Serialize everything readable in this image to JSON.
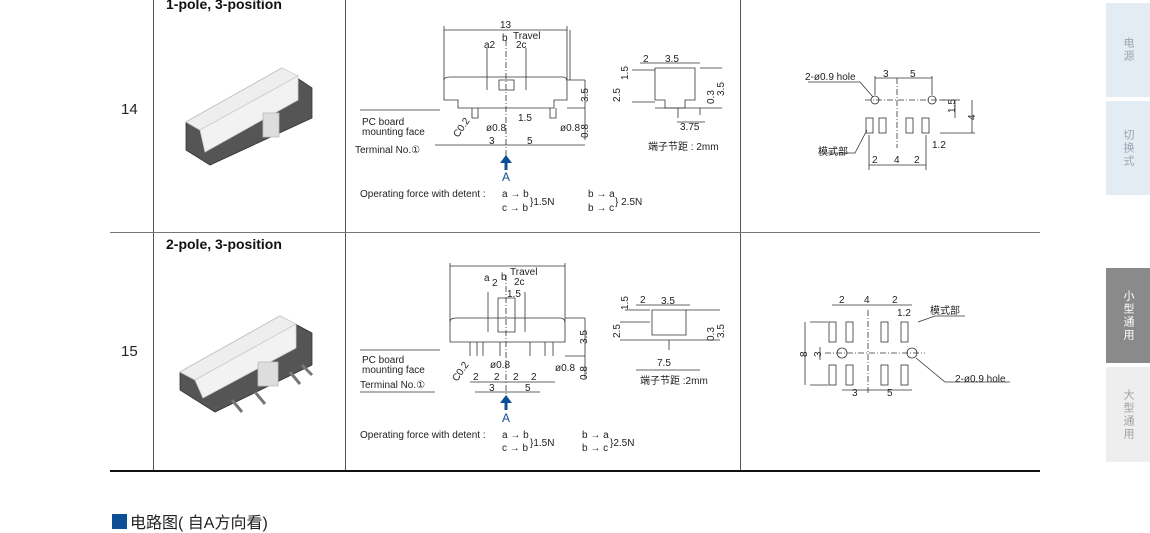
{
  "sidebar": {
    "tabs": [
      {
        "label": "电源",
        "state": "inactive"
      },
      {
        "label": "切换式",
        "state": "inactive"
      },
      {
        "label": "小型通用",
        "state": "active"
      },
      {
        "label": "大型通用",
        "state": "inactive"
      }
    ]
  },
  "rows": [
    {
      "number": "14",
      "title": "1-pole, 3-position",
      "front": {
        "width": "13",
        "travel": "Travel",
        "a2": "a2",
        "b": "b",
        "c2": "2c",
        "height": "3.5",
        "pin_offset": "1.5",
        "pc_board": "PC board",
        "mounting_face": "mounting  face",
        "chamfer": "C0.2",
        "dia_left": "ø0.8",
        "dia_right": "ø0.8",
        "pin_len": "0.8",
        "left": "3",
        "right": "5",
        "terminal": "Terminal  No.①",
        "view_label": "A"
      },
      "side": {
        "d2": "2",
        "d35": "3.5",
        "d15": "1.5",
        "d25": "2.5",
        "d03": "0.3",
        "d35b": "3.5",
        "d375": "3.75",
        "pitch": "端子节距 : 2mm"
      },
      "force": {
        "label": "Operating  force  with  detent :",
        "l1": "a → b",
        "l2": "c → b",
        "v1": "}1.5N",
        "r1": "b → a",
        "r2": "b → c",
        "v2": "} 2.5N"
      },
      "pattern": {
        "hole": "2-ø0.9 hole",
        "d3": "3",
        "d5": "5",
        "d15": "1.5",
        "d4": "4",
        "mode": "模式部",
        "d12": "1.2",
        "b2a": "2",
        "b4": "4",
        "b2b": "2"
      }
    },
    {
      "number": "15",
      "title": "2-pole, 3-position",
      "front": {
        "travel": "Travel",
        "a": "a",
        "a2": "2",
        "b": "b",
        "c2": "2c",
        "slide": "1.5",
        "height": "3.5",
        "pc_board": "PC board",
        "mounting_face": "mounting  face",
        "chamfer": "C0.2",
        "dia_left": "ø0.8",
        "dia_right": "ø0.8",
        "pin_len": "0.8",
        "p1": "2",
        "p2": "2",
        "p3": "2",
        "p4": "2",
        "left": "3",
        "right": "5",
        "terminal": "Terminal  No.①",
        "view_label": "A"
      },
      "side": {
        "d15": "1.5",
        "d2": "2",
        "d35": "3.5",
        "d25": "2.5",
        "d03": "0.3",
        "d35b": "3.5",
        "d75": "7.5",
        "pitch": "端子节距 :2mm"
      },
      "force": {
        "label": "Operating  force  with  detent :",
        "l1": "a → b",
        "l2": "c → b",
        "v1": "}1.5N",
        "r1": "b → a",
        "r2": "b → c",
        "v2": "}2.5N"
      },
      "pattern": {
        "t2a": "2",
        "t4": "4",
        "t2b": "2",
        "d12": "1.2",
        "mode": "模式部",
        "d8": "8",
        "d3v": "3",
        "hole": "2-ø0.9 hole",
        "b3": "3",
        "b5": "5"
      }
    }
  ],
  "section": {
    "title": "电路图( 自A方向看)"
  },
  "colors": {
    "accent": "#0d4f96",
    "active_tab": "#8a8a8a",
    "inactive_tab": "#e3ebf3"
  }
}
